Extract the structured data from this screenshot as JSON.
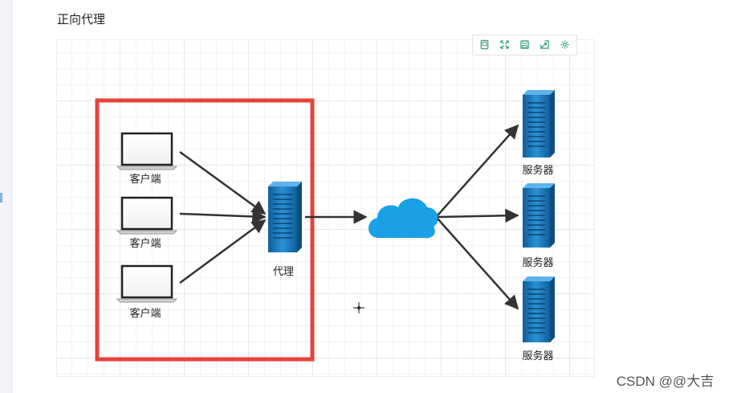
{
  "page": {
    "title": "正向代理"
  },
  "toolbar": {
    "items": [
      {
        "icon": "page-icon"
      },
      {
        "icon": "fit-icon"
      },
      {
        "icon": "save-icon"
      },
      {
        "icon": "export-icon"
      },
      {
        "icon": "settings-icon"
      }
    ]
  },
  "diagram": {
    "clients": [
      {
        "label": "客户端"
      },
      {
        "label": "客户端"
      },
      {
        "label": "客户端"
      }
    ],
    "proxy": {
      "label": "代理"
    },
    "servers": [
      {
        "label": "服务器"
      },
      {
        "label": "服务器"
      },
      {
        "label": "服务器"
      }
    ],
    "colors": {
      "highlight_box": "#e8423a",
      "server": "#1f7fc4",
      "cloud": "#1aa0e6",
      "arrow": "#333333"
    }
  },
  "watermark": {
    "text": "CSDN @@大吉"
  }
}
